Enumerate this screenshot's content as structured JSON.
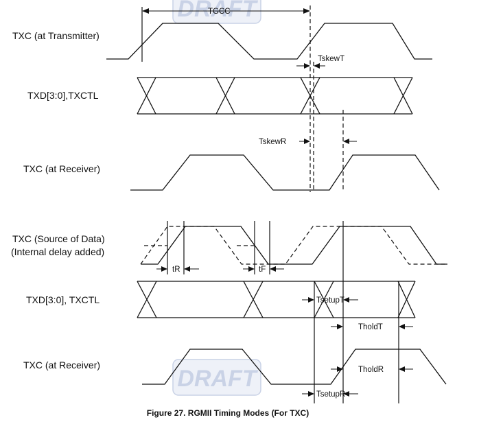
{
  "signals": {
    "txc_transmitter": "TXC (at Transmitter)",
    "txd_1": "TXD[3:0],TXCTL",
    "txc_receiver_1": "TXC (at Receiver)",
    "txc_source_line1": "TXC (Source of Data)",
    "txc_source_line2": "(Internal delay added)",
    "txd_2": "TXD[3:0], TXCTL",
    "txc_receiver_2": "TXC (at Receiver)"
  },
  "annotations": {
    "tgcc": "TGCC",
    "tskewT": "TskewT",
    "tskewR": "TskewR",
    "tR": "tR",
    "tF": "tF",
    "tsetupT": "TsetupT",
    "tholdT": "TholdT",
    "tholdR": "TholdR",
    "tsetupR": "TsetupR"
  },
  "watermarks": [
    "DRAFT",
    "DRAFT"
  ],
  "caption": "Figure 27. RGMII Timing Modes (For TXC)",
  "colors": {
    "line": "#111111",
    "watermark": "#c9d2e6"
  }
}
